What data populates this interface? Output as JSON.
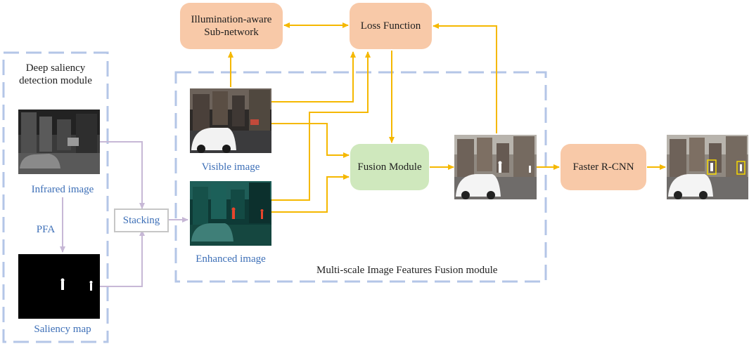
{
  "nodes": {
    "illumination": "Illumination-aware\nSub-network",
    "loss": "Loss Function",
    "fusion": "Fusion Module",
    "faster": "Faster R-CNN",
    "stacking": "Stacking"
  },
  "labels": {
    "saliency_module": "Deep saliency\ndetection module",
    "infrared": "Infrared image",
    "pfa": "PFA",
    "saliency_map": "Saliency map",
    "visible": "Visible image",
    "enhanced": "Enhanced image",
    "multi_scale": "Multi-scale Image Features Fusion module"
  },
  "colors": {
    "orange_arrow": "#f5b800",
    "lavender_arrow": "#c7b8d6",
    "dashed_frame": "#b4c6e7",
    "orange_box": "#f8c9a8",
    "green_box": "#cfe8bd",
    "label_blue": "#3d6fb7"
  },
  "images": [
    "infrared-image",
    "saliency-map-image",
    "visible-image",
    "enhanced-image",
    "fused-image",
    "detection-result-image"
  ]
}
